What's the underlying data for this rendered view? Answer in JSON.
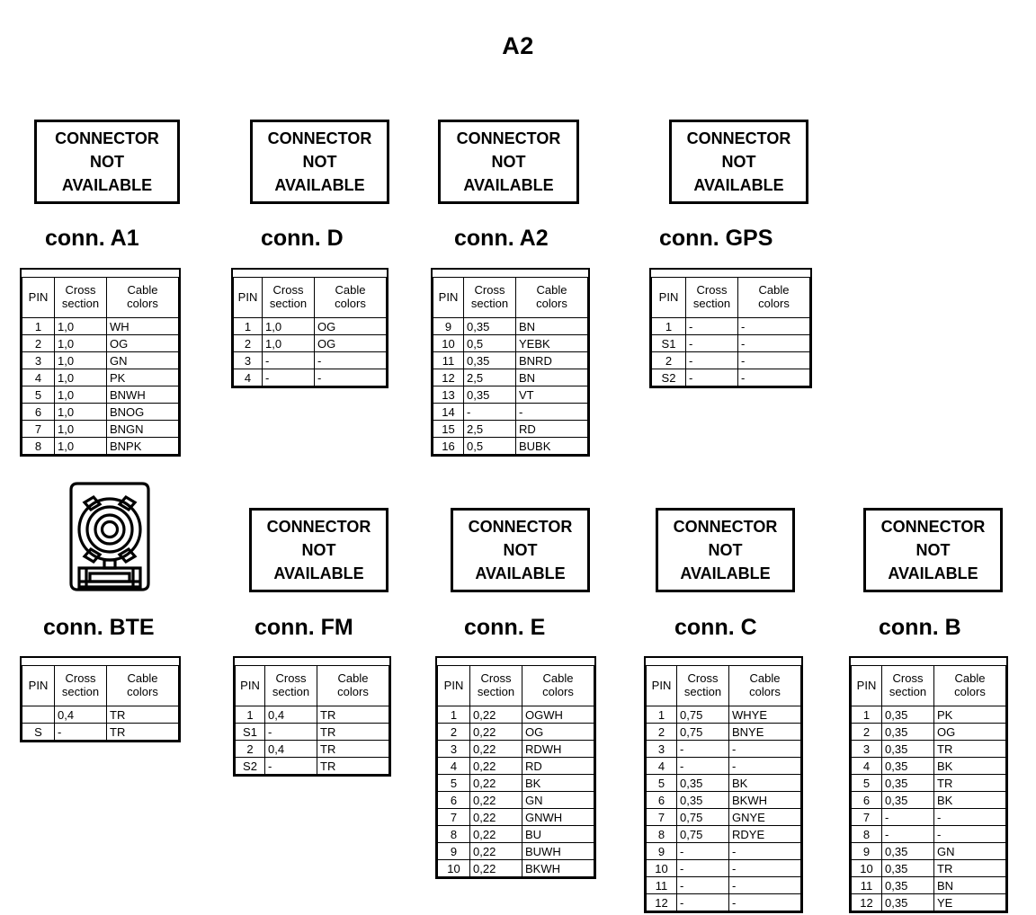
{
  "title": "A2",
  "placeholder": {
    "line1": "CONNECTOR",
    "line2": "NOT",
    "line3": "AVAILABLE"
  },
  "table_headers": {
    "pin": "PIN",
    "cross_section_l1": "Cross",
    "cross_section_l2": "section",
    "cable_colors_l1": "Cable",
    "cable_colors_l2": "colors"
  },
  "connectors": [
    {
      "id": "a1",
      "caption": "conn. A1",
      "art": "not-available",
      "rows": [
        {
          "pin": "1",
          "section": "1,0",
          "color": "WH"
        },
        {
          "pin": "2",
          "section": "1,0",
          "color": "OG"
        },
        {
          "pin": "3",
          "section": "1,0",
          "color": "GN"
        },
        {
          "pin": "4",
          "section": "1,0",
          "color": "PK"
        },
        {
          "pin": "5",
          "section": "1,0",
          "color": "BNWH"
        },
        {
          "pin": "6",
          "section": "1,0",
          "color": "BNOG"
        },
        {
          "pin": "7",
          "section": "1,0",
          "color": "BNGN"
        },
        {
          "pin": "8",
          "section": "1,0",
          "color": "BNPK"
        }
      ]
    },
    {
      "id": "d",
      "caption": "conn. D",
      "art": "not-available",
      "rows": [
        {
          "pin": "1",
          "section": "1,0",
          "color": "OG"
        },
        {
          "pin": "2",
          "section": "1,0",
          "color": "OG"
        },
        {
          "pin": "3",
          "section": "-",
          "color": "-"
        },
        {
          "pin": "4",
          "section": "-",
          "color": "-"
        }
      ]
    },
    {
      "id": "a2",
      "caption": "conn. A2",
      "art": "not-available",
      "rows": [
        {
          "pin": "9",
          "section": "0,35",
          "color": "BN"
        },
        {
          "pin": "10",
          "section": "0,5",
          "color": "YEBK"
        },
        {
          "pin": "11",
          "section": "0,35",
          "color": "BNRD"
        },
        {
          "pin": "12",
          "section": "2,5",
          "color": "BN"
        },
        {
          "pin": "13",
          "section": "0,35",
          "color": "VT"
        },
        {
          "pin": "14",
          "section": "-",
          "color": "-"
        },
        {
          "pin": "15",
          "section": "2,5",
          "color": "RD"
        },
        {
          "pin": "16",
          "section": "0,5",
          "color": "BUBK"
        }
      ]
    },
    {
      "id": "gps",
      "caption": "conn. GPS",
      "art": "not-available",
      "rows": [
        {
          "pin": "1",
          "section": "-",
          "color": "-"
        },
        {
          "pin": "S1",
          "section": "-",
          "color": "-"
        },
        {
          "pin": "2",
          "section": "-",
          "color": "-"
        },
        {
          "pin": "S2",
          "section": "-",
          "color": "-"
        }
      ]
    },
    {
      "id": "bte",
      "caption": "conn. BTE",
      "art": "coax-connector",
      "rows": [
        {
          "pin": "",
          "section": "0,4",
          "color": "TR"
        },
        {
          "pin": "S",
          "section": "-",
          "color": "TR"
        }
      ]
    },
    {
      "id": "fm",
      "caption": "conn. FM",
      "art": "not-available",
      "rows": [
        {
          "pin": "1",
          "section": "0,4",
          "color": "TR"
        },
        {
          "pin": "S1",
          "section": "-",
          "color": "TR"
        },
        {
          "pin": "2",
          "section": "0,4",
          "color": "TR"
        },
        {
          "pin": "S2",
          "section": "-",
          "color": "TR"
        }
      ]
    },
    {
      "id": "e",
      "caption": "conn. E",
      "art": "not-available",
      "rows": [
        {
          "pin": "1",
          "section": "0,22",
          "color": "OGWH"
        },
        {
          "pin": "2",
          "section": "0,22",
          "color": "OG"
        },
        {
          "pin": "3",
          "section": "0,22",
          "color": "RDWH"
        },
        {
          "pin": "4",
          "section": "0,22",
          "color": "RD"
        },
        {
          "pin": "5",
          "section": "0,22",
          "color": "BK"
        },
        {
          "pin": "6",
          "section": "0,22",
          "color": "GN"
        },
        {
          "pin": "7",
          "section": "0,22",
          "color": "GNWH"
        },
        {
          "pin": "8",
          "section": "0,22",
          "color": "BU"
        },
        {
          "pin": "9",
          "section": "0,22",
          "color": "BUWH"
        },
        {
          "pin": "10",
          "section": "0,22",
          "color": "BKWH"
        }
      ]
    },
    {
      "id": "c",
      "caption": "conn. C",
      "art": "not-available",
      "rows": [
        {
          "pin": "1",
          "section": "0,75",
          "color": "WHYE"
        },
        {
          "pin": "2",
          "section": "0,75",
          "color": "BNYE"
        },
        {
          "pin": "3",
          "section": "-",
          "color": "-"
        },
        {
          "pin": "4",
          "section": "-",
          "color": "-"
        },
        {
          "pin": "5",
          "section": "0,35",
          "color": "BK"
        },
        {
          "pin": "6",
          "section": "0,35",
          "color": "BKWH"
        },
        {
          "pin": "7",
          "section": "0,75",
          "color": "GNYE"
        },
        {
          "pin": "8",
          "section": "0,75",
          "color": "RDYE"
        },
        {
          "pin": "9",
          "section": "-",
          "color": "-"
        },
        {
          "pin": "10",
          "section": "-",
          "color": "-"
        },
        {
          "pin": "11",
          "section": "-",
          "color": "-"
        },
        {
          "pin": "12",
          "section": "-",
          "color": "-"
        }
      ]
    },
    {
      "id": "b",
      "caption": "conn. B",
      "art": "not-available",
      "rows": [
        {
          "pin": "1",
          "section": "0,35",
          "color": "PK"
        },
        {
          "pin": "2",
          "section": "0,35",
          "color": "OG"
        },
        {
          "pin": "3",
          "section": "0,35",
          "color": "TR"
        },
        {
          "pin": "4",
          "section": "0,35",
          "color": "BK"
        },
        {
          "pin": "5",
          "section": "0,35",
          "color": "TR"
        },
        {
          "pin": "6",
          "section": "0,35",
          "color": "BK"
        },
        {
          "pin": "7",
          "section": "-",
          "color": "-"
        },
        {
          "pin": "8",
          "section": "-",
          "color": "-"
        },
        {
          "pin": "9",
          "section": "0,35",
          "color": "GN"
        },
        {
          "pin": "10",
          "section": "0,35",
          "color": "TR"
        },
        {
          "pin": "11",
          "section": "0,35",
          "color": "BN"
        },
        {
          "pin": "12",
          "section": "0,35",
          "color": "YE"
        }
      ]
    }
  ]
}
